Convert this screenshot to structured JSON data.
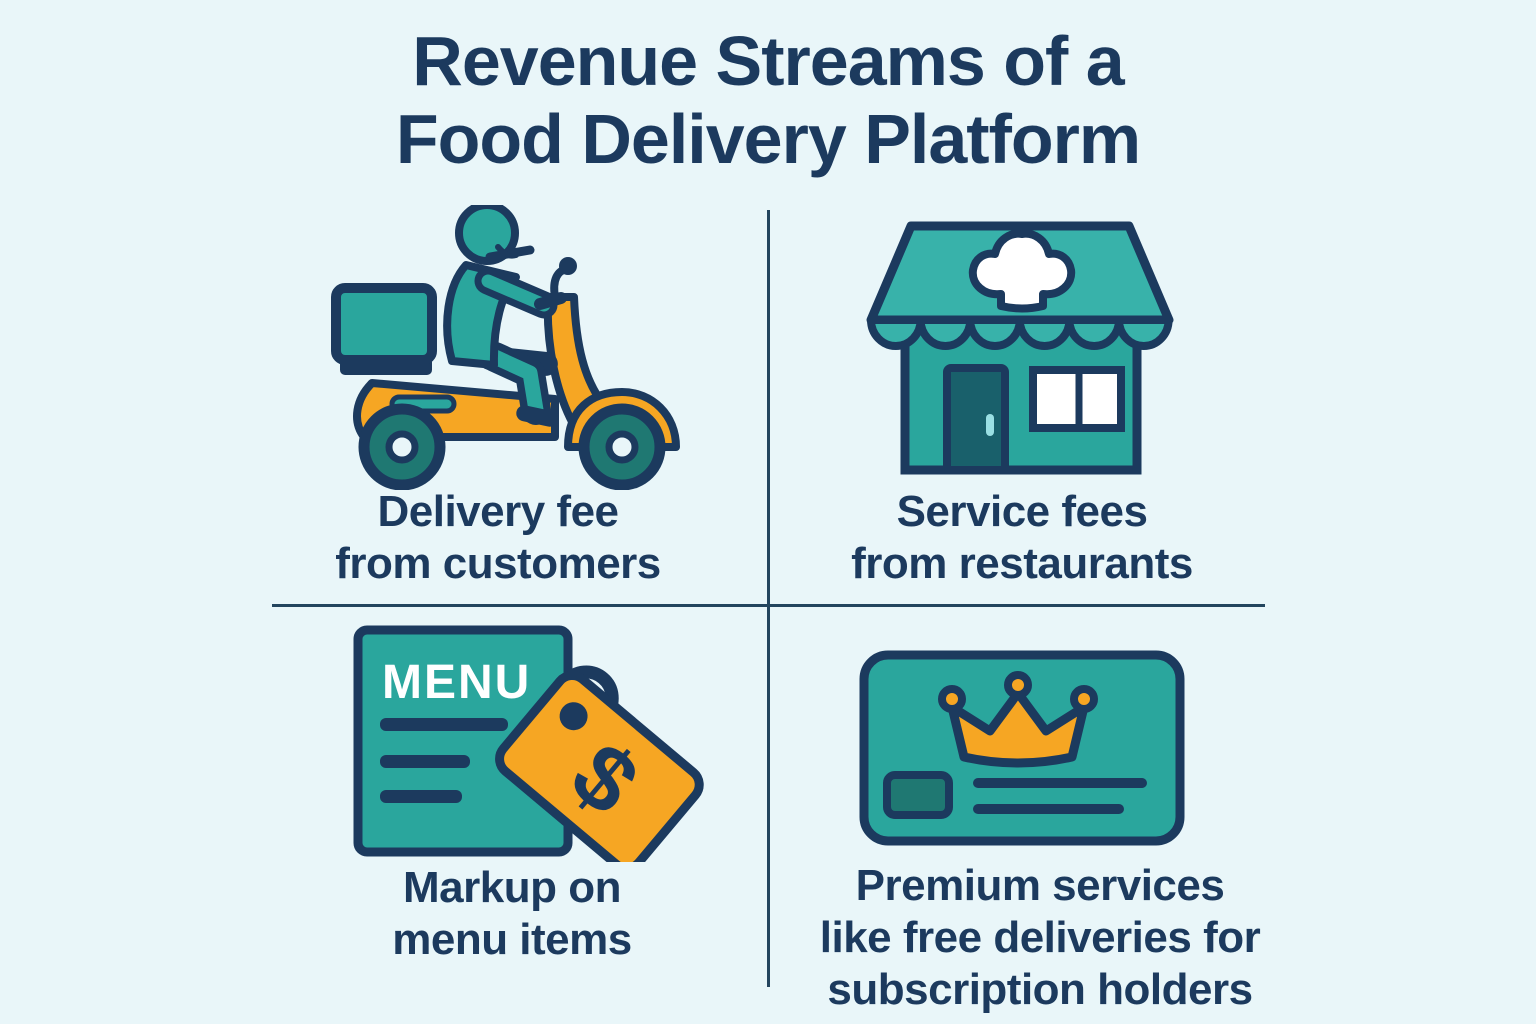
{
  "title": {
    "line1": "Revenue Streams of a",
    "line2": "Food Delivery Platform"
  },
  "quadrants": {
    "delivery_fee": {
      "icon": "delivery-scooter-icon",
      "caption_line1": "Delivery fee",
      "caption_line2": "from customers"
    },
    "service_fees": {
      "icon": "restaurant-storefront-icon",
      "caption_line1": "Service fees",
      "caption_line2": "from restaurants"
    },
    "menu_markup": {
      "icon": "menu-price-tag-icon",
      "menu_label": "MENU",
      "dollar_sign": "$",
      "caption_line1": "Markup on",
      "caption_line2": "menu items"
    },
    "premium_services": {
      "icon": "premium-subscription-card-icon",
      "caption_line1": "Premium services",
      "caption_line2": "like free deliveries for",
      "caption_line3": "subscription holders"
    }
  },
  "colors": {
    "background": "#e9f6f9",
    "navy": "#1c3a5e",
    "teal": "#2aa69d",
    "light_teal": "#38b2aa",
    "dark_teal": "#1f7872",
    "orange": "#f6a623",
    "white": "#ffffff"
  }
}
